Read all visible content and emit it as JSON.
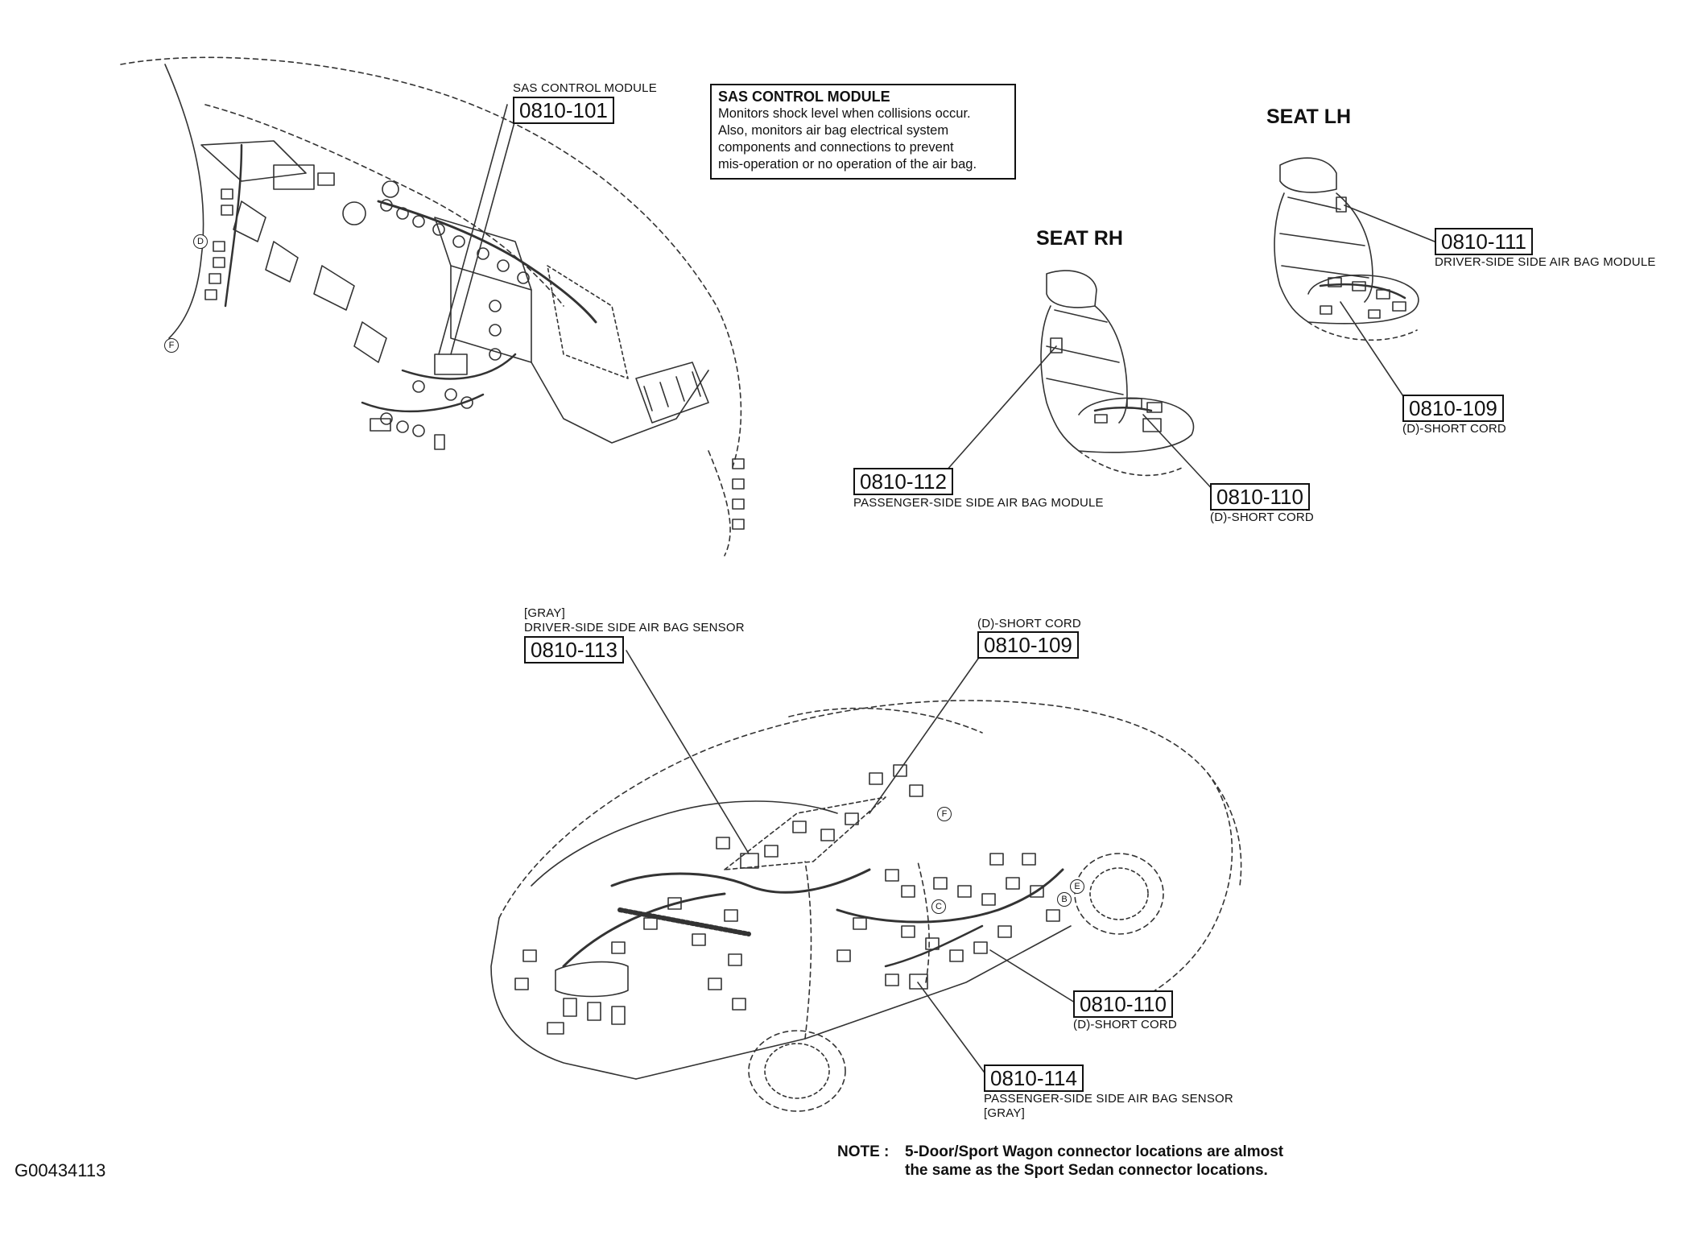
{
  "dashboard": {
    "label": "SAS CONTROL MODULE",
    "code": "0810-101",
    "marker_d": "D",
    "marker_f": "F"
  },
  "infobox": {
    "title": "SAS CONTROL MODULE",
    "lines": [
      "Monitors shock level when collisions occur.",
      "Also, monitors air bag electrical system",
      "components and connections to prevent",
      "mis-operation or no operation of the air bag."
    ]
  },
  "seat_rh": {
    "heading": "SEAT RH",
    "code_a": "0810-112",
    "label_a": "PASSENGER-SIDE SIDE AIR BAG MODULE",
    "code_b": "0810-110",
    "label_b": "(D)-SHORT CORD"
  },
  "seat_lh": {
    "heading": "SEAT LH",
    "code_a": "0810-111",
    "label_a": "DRIVER-SIDE SIDE AIR BAG MODULE",
    "code_b": "0810-109",
    "label_b": "(D)-SHORT CORD"
  },
  "car": {
    "c113_color": "[GRAY]",
    "c113_label": "DRIVER-SIDE SIDE AIR BAG SENSOR",
    "c113_code": "0810-113",
    "c109_label": "(D)-SHORT CORD",
    "c109_code": "0810-109",
    "c110_code": "0810-110",
    "c110_label": "(D)-SHORT CORD",
    "c114_code": "0810-114",
    "c114_label": "PASSENGER-SIDE SIDE AIR BAG SENSOR",
    "c114_color": "[GRAY]",
    "markers": [
      "F",
      "E",
      "B",
      "C"
    ]
  },
  "note": {
    "key": "NOTE :",
    "line1": "5-Door/Sport Wagon connector locations are almost",
    "line2": "the same as the Sport Sedan connector locations."
  },
  "figure_id": "G00434113"
}
